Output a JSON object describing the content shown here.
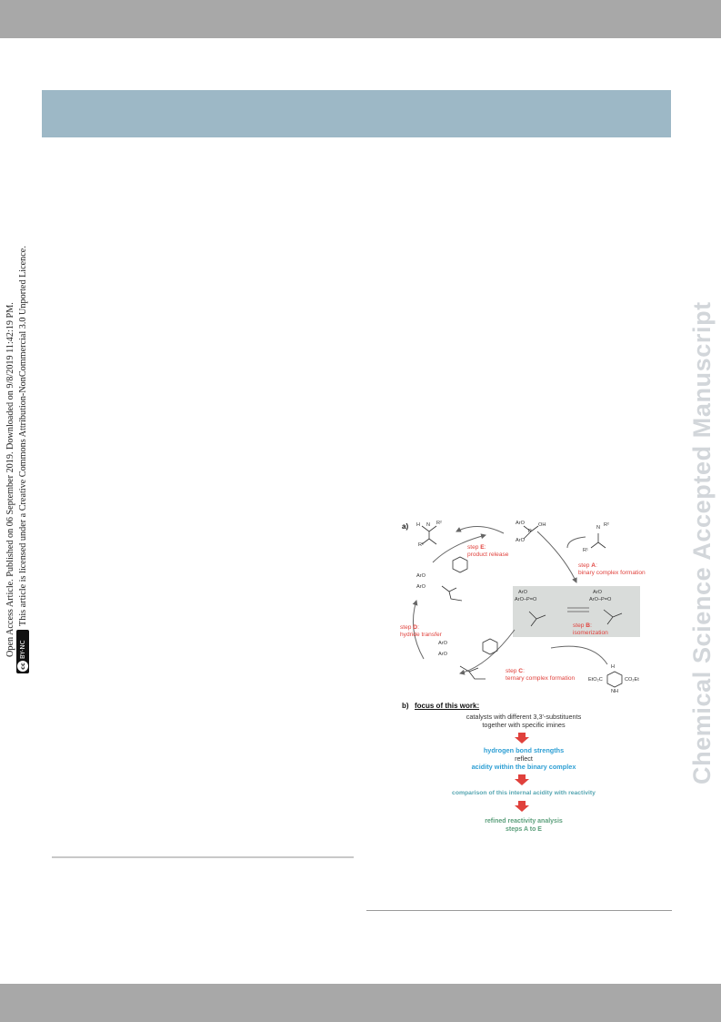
{
  "side_notice": {
    "line1": "Open Access Article. Published on 06 September 2019. Downloaded on 9/8/2019 11:42:19 PM.",
    "line2": "This article is licensed under a Creative Commons Attribution-NonCommercial 3.0 Unported Licence.",
    "badge_cc": "cc",
    "badge_text": "BY-NC"
  },
  "watermark": "Chemical Science Accepted Manuscript",
  "figure": {
    "panel_a_label": "a)",
    "panel_b_label": "b)",
    "panel_b_title": "focus of this work:",
    "steps": {
      "A": {
        "prefix": "step ",
        "letter": "A",
        "suffix": ":",
        "desc": "binary complex formation"
      },
      "B": {
        "prefix": "step ",
        "letter": "B",
        "suffix": ":",
        "desc": "isomerization"
      },
      "C": {
        "prefix": "step ",
        "letter": "C",
        "suffix": ":",
        "desc": "ternary complex formation"
      },
      "D": {
        "prefix": "step ",
        "letter": "D",
        "suffix": ":",
        "desc": "hydride transfer"
      },
      "E": {
        "prefix": "step ",
        "letter": "E",
        "suffix": ":",
        "desc": "product release"
      }
    },
    "chem_labels": {
      "amine_h": "H",
      "amine_n": "N",
      "r1": "R¹",
      "r2": "R²",
      "aro": "ArO",
      "oh": "OH",
      "p": "P",
      "o": "O",
      "aro_p_o": "ArO–P=O",
      "eto2c": "EtO₂C",
      "co2et": "CO₂Et",
      "nh": "NH",
      "h": "H",
      "n": "N"
    },
    "flow": {
      "line1": "catalysts with different 3,3'-substituents",
      "line2": "together with specific imines",
      "hb": "hydrogen bond strengths",
      "reflect": "reflect",
      "acidity": "acidity within the binary complex",
      "comparison": "comparison of this internal acidity with reactivity",
      "refined1": "refined reactivity analysis",
      "refined2": "steps A to E"
    },
    "colors": {
      "red": "#e0413c",
      "blue": "#2e9fd4",
      "teal": "#56a6b2",
      "green": "#5b9f7b",
      "box": "#d9dcda"
    }
  }
}
